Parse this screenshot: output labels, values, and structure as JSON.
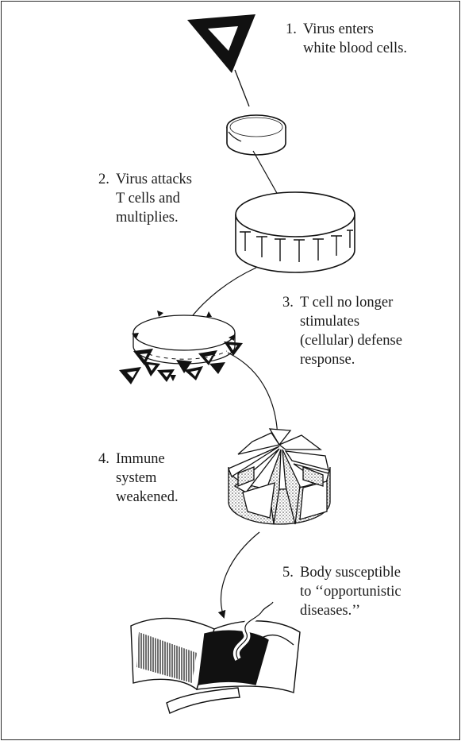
{
  "steps": [
    {
      "number": "1.",
      "lines": [
        "Virus enters",
        "white blood cells."
      ]
    },
    {
      "number": "2.",
      "lines": [
        "Virus attacks",
        "T cells and",
        "multiplies."
      ]
    },
    {
      "number": "3.",
      "lines": [
        "T cell no longer",
        "stimulates",
        "(cellular) defense",
        "response."
      ]
    },
    {
      "number": "4.",
      "lines": [
        "Immune",
        "system",
        "weakened."
      ]
    },
    {
      "number": "5.",
      "lines": [
        "Body susceptible",
        "to ‘‘opportunistic",
        "diseases.’’"
      ]
    }
  ],
  "colors": {
    "ink": "#111111",
    "paper": "#ffffff",
    "stipple": "#555555"
  },
  "icons": [
    "virus-triangle-icon",
    "cell-ring-icon",
    "t-cell-disc-icon",
    "infected-cell-icon",
    "fragmented-cell-icon",
    "open-book-icon"
  ]
}
